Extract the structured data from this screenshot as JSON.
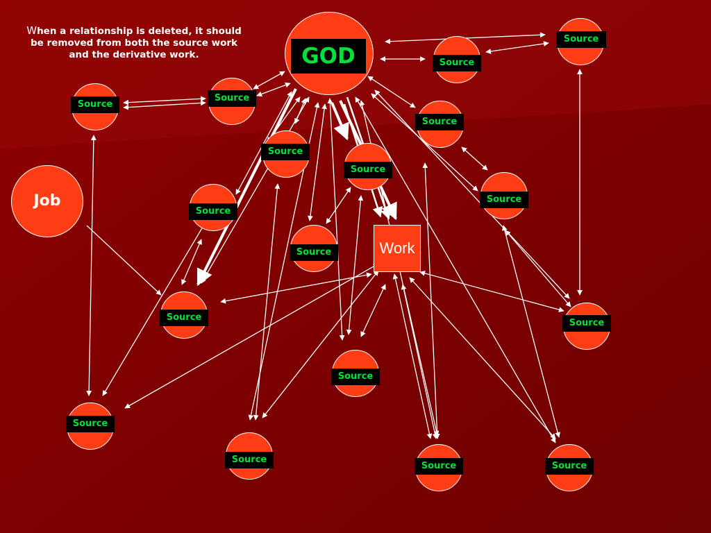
{
  "note": {
    "lead": "W",
    "text": "hen a relationship is deleted, it should be removed from both the source work and the derivative work."
  },
  "god": {
    "label": "GOD"
  },
  "job": {
    "label": "Job"
  },
  "work": {
    "label": "Work"
  },
  "source": {
    "label": "Source"
  },
  "colors": {
    "background": "#7a0000",
    "node_fill": "#ff3d14",
    "label_bg": "#000000",
    "label_text": "#00e23a",
    "link": "#ffffff"
  }
}
